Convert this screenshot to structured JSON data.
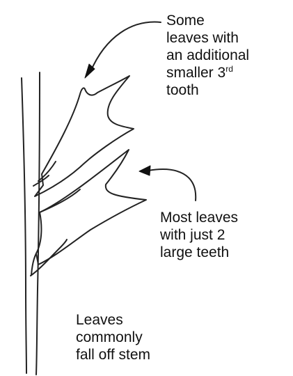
{
  "annotations": {
    "top": {
      "lines": [
        "Some",
        "leaves with",
        "an additional",
        "smaller 3",
        "tooth"
      ],
      "superscript": "rd"
    },
    "middle": {
      "lines": [
        "Most leaves",
        "with just 2",
        "large teeth"
      ]
    },
    "bottom": {
      "lines": [
        "Leaves",
        "commonly",
        "fall off stem"
      ]
    }
  },
  "colors": {
    "ink": "#111111",
    "background": "#ffffff"
  }
}
